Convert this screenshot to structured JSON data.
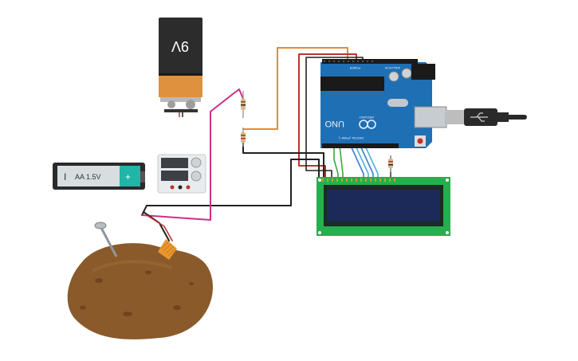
{
  "battery9v": {
    "label": "9V"
  },
  "aa_battery": {
    "label": "AA 1.5V",
    "minus": "I",
    "plus": "+"
  },
  "arduino": {
    "logo": "ARDUINO",
    "model": "UNO",
    "digital_label": "DIGITAL (PWM~)",
    "power_label": "POWER",
    "analog_label": "ANALOG IN"
  },
  "lcd": {
    "type": "16x2 LCD"
  },
  "colors": {
    "board": "#1f6fb5",
    "lcd_pcb": "#27ae4f",
    "lcd_screen": "#1c2a5a",
    "wire_orange": "#e8892b",
    "wire_red": "#c0322e",
    "wire_black": "#222222",
    "wire_magenta": "#cc2f8a",
    "wire_green": "#3caa3c",
    "wire_blue": "#3a7ed6",
    "wire_lightblue": "#4fb3d8",
    "potato": "#8a5a2b"
  }
}
